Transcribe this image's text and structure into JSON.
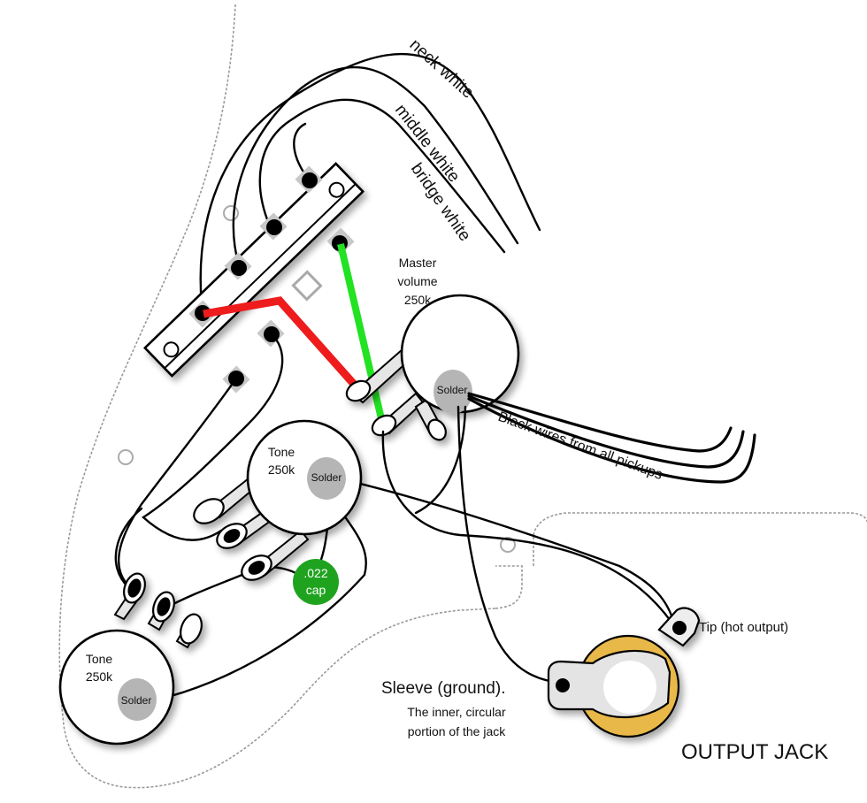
{
  "title": "Stratocaster master volume wiring diagram",
  "labels": {
    "neck_wire": "neck white",
    "middle_wire": "middle white",
    "bridge_wire": "bridge white",
    "master_volume": [
      "Master",
      "volume",
      "250k"
    ],
    "tone_upper": [
      "Tone",
      "250k"
    ],
    "tone_lower": [
      "Tone",
      "250k"
    ],
    "solder": "Solder",
    "capacitor": [
      ".022",
      "cap"
    ],
    "black_wires": "Black wires from all pickups",
    "tip": "Tip (hot output)",
    "sleeve": "Sleeve (ground).",
    "sleeve_note": [
      "The inner, circular",
      "portion of the jack"
    ],
    "output_jack": "OUTPUT JACK"
  },
  "colors": {
    "red_wire": "#ee1c1c",
    "green_wire": "#22e222",
    "capacitor": "#1fa31f",
    "jack_ring": "#e8b84a",
    "jack_inner": "#e4e4e4",
    "solder_blob": "#b5b5b5",
    "pickguard_outline": "#9a9a9a"
  }
}
